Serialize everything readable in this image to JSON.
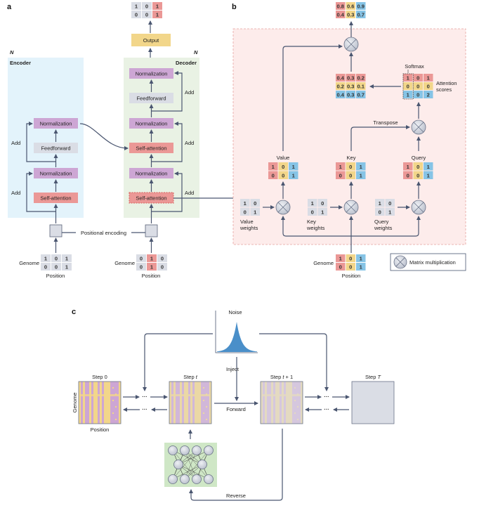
{
  "colors": {
    "red": "#eb9896",
    "yellow": "#f2d68a",
    "blue": "#86c4e6",
    "gray": "#dadde5",
    "purple": "#cda6d4",
    "encoder_bg": "#e3f3fb",
    "decoder_bg": "#e9f2e4",
    "attention_bg": "#fdeceb",
    "attention_border": "#e6a3a0",
    "nn_bg": "#cfe7c6",
    "noise": "#4a8fc9",
    "line": "#4a5670"
  },
  "panel_a": {
    "letter": "a",
    "output_label": "Output",
    "output_matrix": {
      "values": [
        [
          "1",
          "0",
          "1"
        ],
        [
          "0",
          "0",
          "1"
        ]
      ],
      "col_colors": [
        "gray",
        "gray",
        "red"
      ]
    },
    "encoder": {
      "title": "Encoder",
      "repeat": "N",
      "blocks": [
        "Normalization",
        "Feedforward",
        "Normalization",
        "Self-attention"
      ],
      "add_labels": [
        "Add",
        "Add"
      ]
    },
    "decoder": {
      "title": "Decoder",
      "repeat": "N",
      "blocks": [
        "Normalization",
        "Feedforward",
        "Normalization",
        "Self-attention",
        "Normalization",
        "Self-attention"
      ],
      "add_labels": [
        "Add",
        "Add",
        "Add"
      ]
    },
    "positional_encoding": "Positional encoding",
    "encoder_input": {
      "row_label": "Genome",
      "col_label": "Position",
      "values": [
        [
          "1",
          "0",
          "1"
        ],
        [
          "0",
          "0",
          "1"
        ]
      ],
      "col_colors": [
        "gray",
        "gray",
        "gray"
      ]
    },
    "decoder_input": {
      "row_label": "Genome",
      "col_label": "Position",
      "values": [
        [
          "0",
          "1",
          "0"
        ],
        [
          "0",
          "1",
          "0"
        ]
      ],
      "col_colors": [
        "gray",
        "red",
        "gray"
      ]
    }
  },
  "panel_b": {
    "letter": "b",
    "output_matrix": {
      "values": [
        [
          "0.8",
          "0.6",
          "0.9"
        ],
        [
          "0.4",
          "0.3",
          "0.7"
        ]
      ],
      "col_colors": [
        "red",
        "yellow",
        "blue"
      ]
    },
    "weighted_matrix": {
      "values": [
        [
          "0.4",
          "0.3",
          "0.2"
        ],
        [
          "0.2",
          "0.3",
          "0.1"
        ],
        [
          "0.4",
          "0.3",
          "0.7"
        ]
      ],
      "row_colors": [
        "red",
        "yellow",
        "blue"
      ]
    },
    "softmax_label": "Softmax",
    "attention_scores": {
      "label_line1": "Attention",
      "label_line2": "scores",
      "values": [
        [
          "1",
          "0",
          "1"
        ],
        [
          "0",
          "0",
          "0"
        ],
        [
          "1",
          "0",
          "2"
        ]
      ],
      "row_colors": [
        "red",
        "yellow",
        "blue"
      ]
    },
    "transpose_label": "Transpose",
    "value": {
      "label": "Value",
      "values": [
        [
          "1",
          "0",
          "1"
        ],
        [
          "0",
          "0",
          "1"
        ]
      ],
      "col_colors": [
        "red",
        "yellow",
        "blue"
      ]
    },
    "key": {
      "label": "Key",
      "values": [
        [
          "1",
          "0",
          "1"
        ],
        [
          "0",
          "0",
          "1"
        ]
      ],
      "col_colors": [
        "red",
        "yellow",
        "blue"
      ]
    },
    "query": {
      "label": "Query",
      "values": [
        [
          "1",
          "0",
          "1"
        ],
        [
          "0",
          "0",
          "1"
        ]
      ],
      "col_colors": [
        "red",
        "yellow",
        "blue"
      ]
    },
    "value_weights": {
      "label_line1": "Value",
      "label_line2": "weights",
      "values": [
        [
          "1",
          "0"
        ],
        [
          "0",
          "1"
        ]
      ]
    },
    "key_weights": {
      "label_line1": "Key",
      "label_line2": "weights",
      "values": [
        [
          "1",
          "0"
        ],
        [
          "0",
          "1"
        ]
      ]
    },
    "query_weights": {
      "label_line1": "Query",
      "label_line2": "weights",
      "values": [
        [
          "1",
          "0"
        ],
        [
          "0",
          "1"
        ]
      ]
    },
    "input": {
      "row_label": "Genome",
      "col_label": "Position",
      "values": [
        [
          "1",
          "0",
          "1"
        ],
        [
          "0",
          "0",
          "1"
        ]
      ],
      "col_colors": [
        "red",
        "yellow",
        "blue"
      ]
    },
    "legend": {
      "icon": "matrix-multiplication-icon",
      "label": "Matrix multiplication"
    }
  },
  "panel_c": {
    "letter": "c",
    "noise_label": "Noise",
    "inject_label": "Inject",
    "forward_label": "Forward",
    "reverse_label": "Reverse",
    "ellipsis": "···",
    "steps": [
      {
        "label_pre": "Step 0",
        "label_var": "",
        "label_post": "",
        "fade": 1.0
      },
      {
        "label_pre": "Step ",
        "label_var": "t",
        "label_post": "",
        "fade": 0.7
      },
      {
        "label_pre": "Step ",
        "label_var": "t",
        "label_post": " + 1",
        "fade": 0.4
      },
      {
        "label_pre": "Step ",
        "label_var": "T",
        "label_post": "",
        "fade": 0.0
      }
    ],
    "axis_row_label": "Genome",
    "axis_col_label": "Position"
  }
}
